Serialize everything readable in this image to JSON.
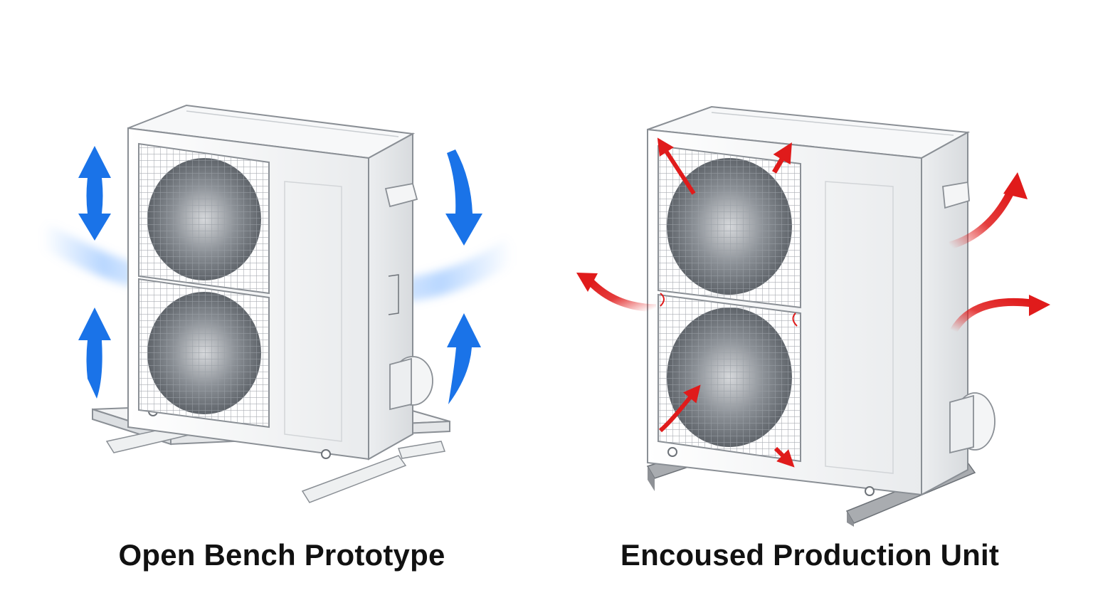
{
  "figure": {
    "left_panel": {
      "caption": "Open Bench Prototype",
      "airflow_color": "#1a73e8",
      "airflow_glow_color": "#7fb6ff",
      "mount": "open-bench-stand"
    },
    "right_panel": {
      "caption": "Encoused Production Unit",
      "airflow_color": "#e01b1b",
      "mount": "enclosed-feet"
    },
    "unit_colors": {
      "casing": "#f4f5f6",
      "outline": "#8a8f95",
      "fan_grille": "#9aa0a6",
      "fan_dark": "#6d7278"
    },
    "icons": [
      "outdoor-ac-unit-icon",
      "fan-grille-icon",
      "airflow-arrow-icon"
    ]
  }
}
